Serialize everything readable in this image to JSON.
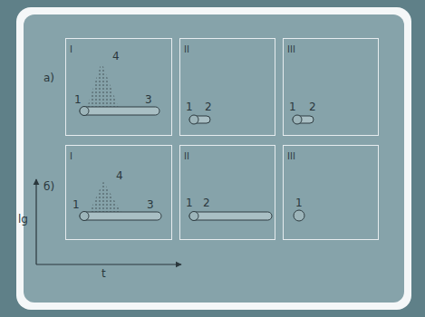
{
  "diagram": {
    "nodes": [
      {
        "text": [
          "I"
        ]
      },
      {
        "text": [
          "II"
        ]
      },
      {
        "text": [
          "III"
        ]
      },
      {
        "text": [
          "I"
        ]
      },
      {
        "text": [
          "II"
        ]
      },
      {
        "text": [
          "III"
        ]
      }
    ],
    "labels": [
      "а)",
      "б)",
      "4",
      "1",
      "3",
      "1",
      "2",
      "1",
      "2",
      "4",
      "1",
      "3",
      "1",
      "2",
      "1",
      "lg",
      "t"
    ]
  }
}
